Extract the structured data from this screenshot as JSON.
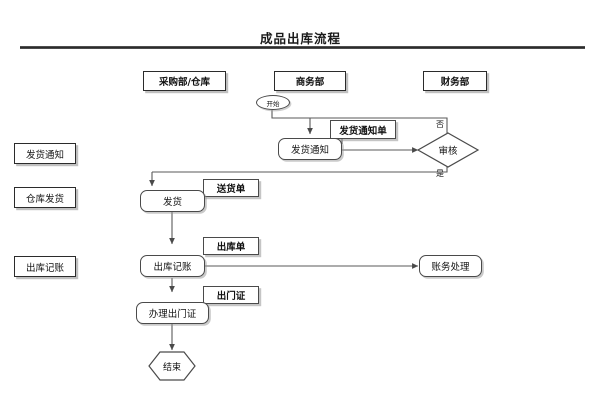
{
  "title": "成品出库流程",
  "columns": [
    {
      "id": "purchasing-warehouse",
      "label": "采购部/仓库"
    },
    {
      "id": "business-dept",
      "label": "商务部"
    },
    {
      "id": "finance-dept",
      "label": "财务部"
    }
  ],
  "stage_labels": [
    {
      "id": "shipping-notice",
      "label": "发货通知"
    },
    {
      "id": "warehouse-shipping",
      "label": "仓库发货"
    },
    {
      "id": "outbound-accounting",
      "label": "出库记账"
    }
  ],
  "nodes": {
    "start": {
      "label": "开始",
      "type": "terminator-oval"
    },
    "shipping_notice": {
      "label": "发货通知",
      "type": "process"
    },
    "shipping_notice_form": {
      "label": "发货通知单",
      "type": "document"
    },
    "review": {
      "label": "审核",
      "type": "decision"
    },
    "ship": {
      "label": "发货",
      "type": "process"
    },
    "delivery_note": {
      "label": "送货单",
      "type": "document"
    },
    "outbound_accounting": {
      "label": "出库记账",
      "type": "process"
    },
    "outbound_order": {
      "label": "出库单",
      "type": "document"
    },
    "accounting_processing": {
      "label": "账务处理",
      "type": "process"
    },
    "process_exit_pass": {
      "label": "办理出门证",
      "type": "process"
    },
    "exit_pass": {
      "label": "出门证",
      "type": "document"
    },
    "end": {
      "label": "结束",
      "type": "terminator-hexagon"
    }
  },
  "branch_labels": {
    "no": "否",
    "yes": "是"
  },
  "colors": {
    "line": "#5a5a5a",
    "text": "#111111",
    "rule": "#232323",
    "shadow": "#969696",
    "background": "#ffffff"
  }
}
